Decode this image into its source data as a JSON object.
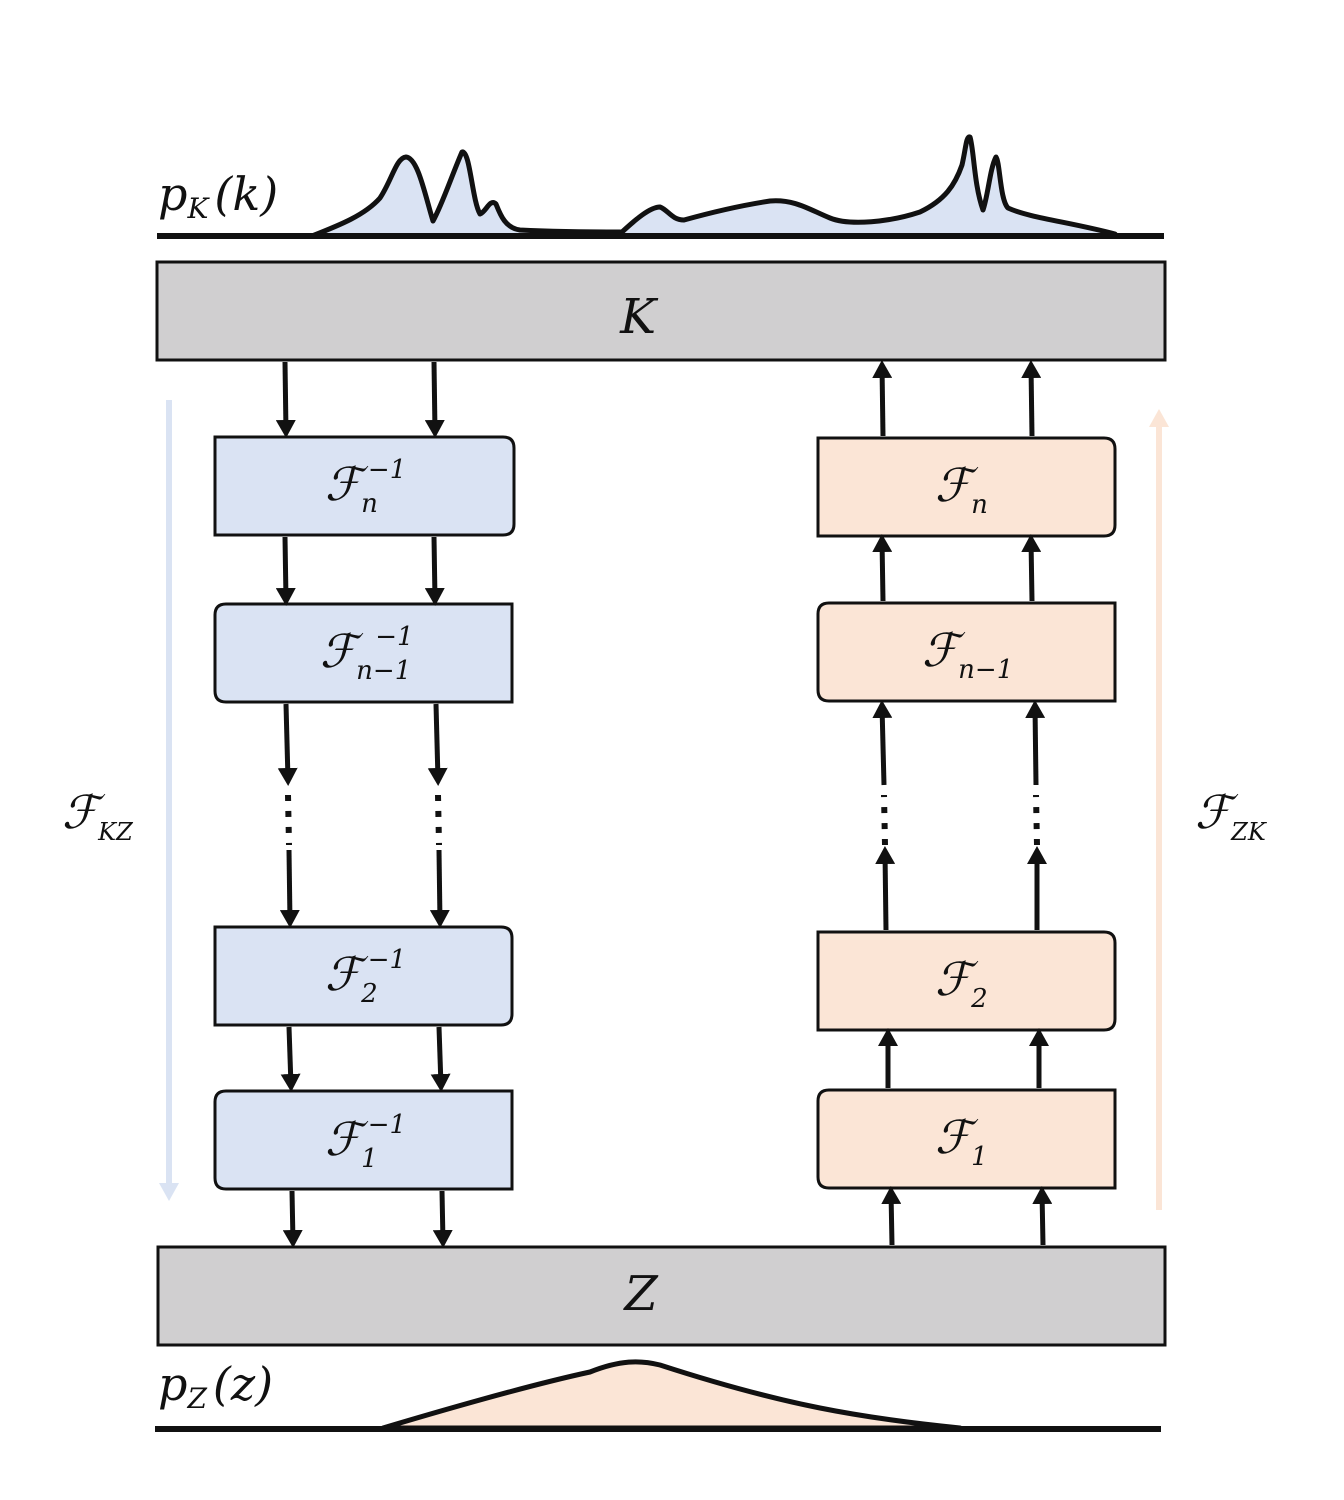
{
  "top_density": {
    "label_main": "p",
    "label_sub": "K",
    "label_arg": "(k)"
  },
  "bottom_density": {
    "label_main": "p",
    "label_sub": "Z",
    "label_arg": "(z)"
  },
  "k_bar": {
    "label": "K"
  },
  "z_bar": {
    "label": "Z"
  },
  "inverse_chain": {
    "label_main": "ℱ",
    "label_sub": "KZ",
    "blocks": [
      {
        "main": "ℱ",
        "sub": "n",
        "sup": "−1"
      },
      {
        "main": "ℱ",
        "sub": "n−1",
        "sup": "−1"
      },
      {
        "main": "ℱ",
        "sub": "2",
        "sup": "−1"
      },
      {
        "main": "ℱ",
        "sub": "1",
        "sup": "−1"
      }
    ]
  },
  "forward_chain": {
    "label_main": "ℱ",
    "label_sub": "ZK",
    "blocks": [
      {
        "main": "ℱ",
        "sub": "n"
      },
      {
        "main": "ℱ",
        "sub": "n−1"
      },
      {
        "main": "ℱ",
        "sub": "2"
      },
      {
        "main": "ℱ",
        "sub": "1"
      }
    ]
  },
  "colors": {
    "bar_fill": "#d0cfd0",
    "inverse_fill": "#dae3f3",
    "forward_fill": "#fbe5d6",
    "inverse_side_arrow": "#dae3f3",
    "forward_side_arrow": "#fbe5d6",
    "stroke": "#111111"
  }
}
